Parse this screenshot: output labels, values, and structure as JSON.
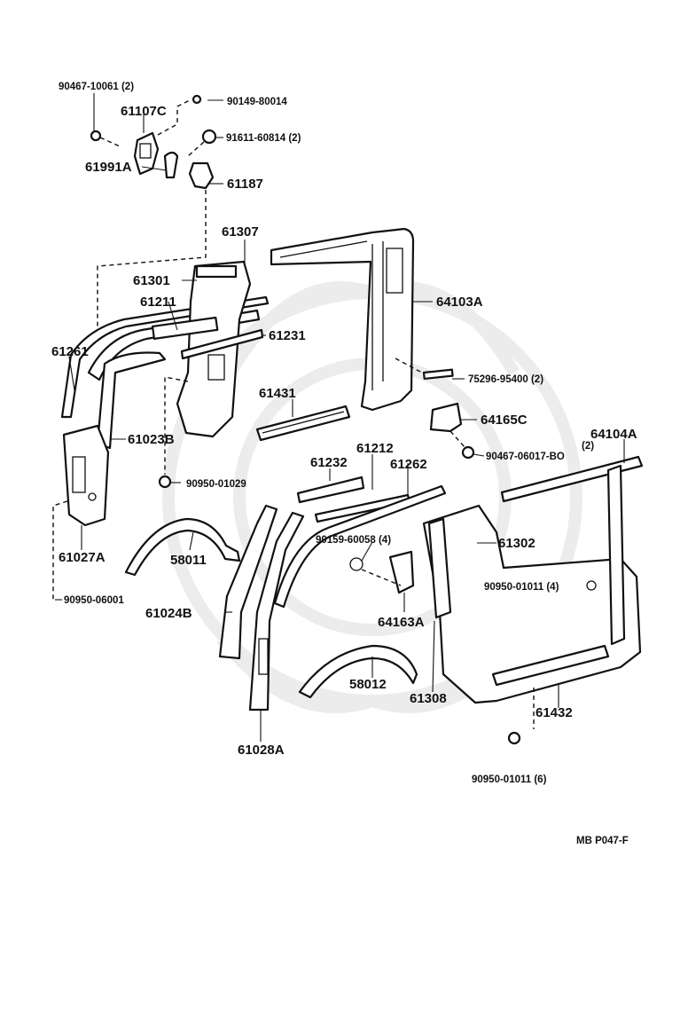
{
  "diagram_code": "MB P047-F",
  "parts": [
    {
      "id": "p-90467-10061",
      "label": "90467-10061 (2)"
    },
    {
      "id": "p-90149-80014",
      "label": "90149-80014"
    },
    {
      "id": "p-61107c",
      "label": "61107C"
    },
    {
      "id": "p-91611-60814",
      "label": "91611-60814 (2)"
    },
    {
      "id": "p-61991a",
      "label": "61991A"
    },
    {
      "id": "p-61187",
      "label": "61187"
    },
    {
      "id": "p-61307",
      "label": "61307"
    },
    {
      "id": "p-61301",
      "label": "61301"
    },
    {
      "id": "p-61211",
      "label": "61211"
    },
    {
      "id": "p-61231",
      "label": "61231"
    },
    {
      "id": "p-61261",
      "label": "61261"
    },
    {
      "id": "p-64103a",
      "label": "64103A"
    },
    {
      "id": "p-75296-95400",
      "label": "75296-95400 (2)"
    },
    {
      "id": "p-61431",
      "label": "61431"
    },
    {
      "id": "p-64165c",
      "label": "64165C"
    },
    {
      "id": "p-61023b",
      "label": "61023B"
    },
    {
      "id": "p-64104a",
      "label": "64104A"
    },
    {
      "id": "p-64104a-qty",
      "label": "(2)"
    },
    {
      "id": "p-90467-06017",
      "label": "90467-06017-BO"
    },
    {
      "id": "p-61212",
      "label": "61212"
    },
    {
      "id": "p-61232",
      "label": "61232"
    },
    {
      "id": "p-61262",
      "label": "61262"
    },
    {
      "id": "p-90950-01029",
      "label": "90950-01029"
    },
    {
      "id": "p-90159-60058",
      "label": "90159-60058 (4)"
    },
    {
      "id": "p-61302",
      "label": "61302"
    },
    {
      "id": "p-61027a",
      "label": "61027A"
    },
    {
      "id": "p-58011",
      "label": "58011"
    },
    {
      "id": "p-90950-01011-a",
      "label": "90950-01011 (4)"
    },
    {
      "id": "p-90950-06001",
      "label": "90950-06001"
    },
    {
      "id": "p-61024b",
      "label": "61024B"
    },
    {
      "id": "p-64163a",
      "label": "64163A"
    },
    {
      "id": "p-58012",
      "label": "58012"
    },
    {
      "id": "p-61308",
      "label": "61308"
    },
    {
      "id": "p-61432",
      "label": "61432"
    },
    {
      "id": "p-61028a",
      "label": "61028A"
    },
    {
      "id": "p-90950-01011-b",
      "label": "90950-01011 (6)"
    }
  ]
}
